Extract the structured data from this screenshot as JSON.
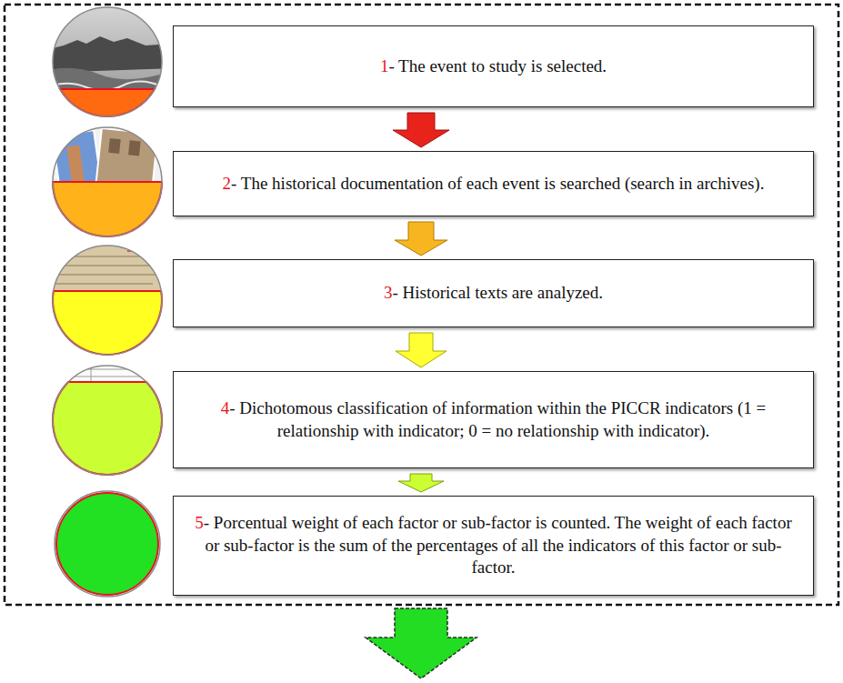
{
  "diagram": {
    "nodes": [
      {
        "text": [
          "1- The event to study is selected."
        ]
      },
      {
        "text": [
          "2- The historical documentation of each event is searched (search in archives)."
        ]
      },
      {
        "text": [
          "3- Historical texts are analyzed."
        ]
      },
      {
        "text": [
          "4- Dichotomous classification of information within the PICCR indicators (1 = relationship with indicator; 0 = no relationship with indicator)."
        ]
      },
      {
        "text": [
          "5- Porcentual weight of each factor or sub-factor is counted. The weight of each factor or sub-factor is the sum of the percentages of all the indicators of this factor or sub-factor."
        ]
      }
    ],
    "edges": [
      {
        "from": 0,
        "to": 1,
        "arrow": "to"
      },
      {
        "from": 1,
        "to": 2,
        "arrow": "to"
      },
      {
        "from": 2,
        "to": 3,
        "arrow": "to"
      },
      {
        "from": 3,
        "to": 4,
        "arrow": "to"
      }
    ]
  }
}
